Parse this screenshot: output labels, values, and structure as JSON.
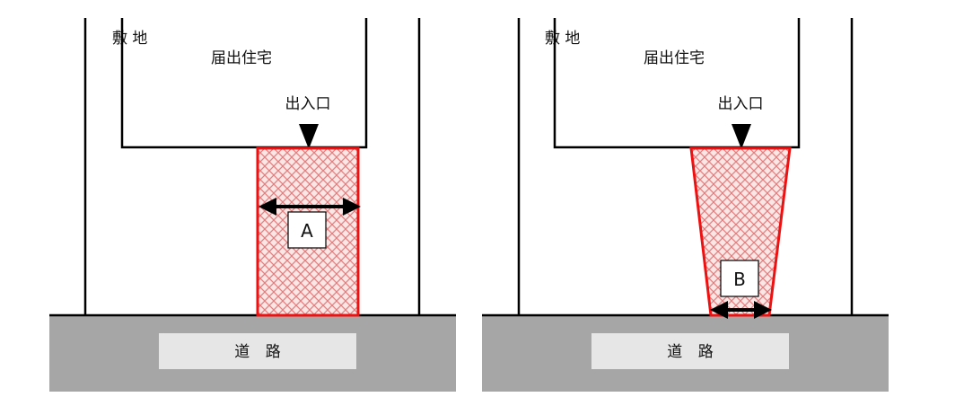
{
  "colors": {
    "line": "#000000",
    "road": "#a6a6a6",
    "road_label_bg": "#e6e6e6",
    "access_stroke": "#ee1111",
    "hatch": "#e08080",
    "hatch_bg": "#fbe6e6"
  },
  "diagrams": [
    {
      "site_label": "敷 地",
      "house_label": "届出住宅",
      "entrance_label": "出入口",
      "road_label": "道 路",
      "width_label": "A"
    },
    {
      "site_label": "敷 地",
      "house_label": "届出住宅",
      "entrance_label": "出入口",
      "road_label": "道 路",
      "width_label": "B"
    }
  ]
}
